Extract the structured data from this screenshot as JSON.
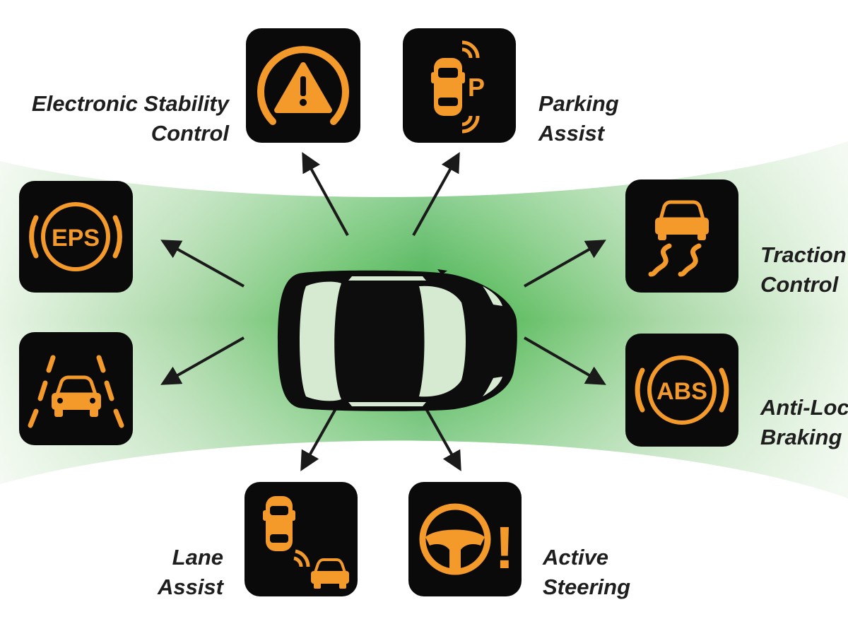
{
  "colors": {
    "icon_bg": "#0a0a0a",
    "icon_fg": "#f39a2b",
    "band_green": "#3fae49",
    "band_light": "#e9f5e6",
    "arrow": "#1a1a1a",
    "text": "#1e1e1e"
  },
  "features": [
    {
      "id": "esc",
      "icon": "warning-triangle-circle-icon",
      "label_lines": [
        "Electronic Stability",
        "Control"
      ]
    },
    {
      "id": "parking",
      "icon": "parking-sensor-car-icon",
      "label_lines": [
        "Parking",
        "Assist"
      ]
    },
    {
      "id": "eps",
      "icon": "eps-icon",
      "icon_text": "EPS"
    },
    {
      "id": "lane-departure",
      "icon": "lane-departure-car-icon"
    },
    {
      "id": "traction",
      "icon": "skidding-car-icon",
      "label_lines": [
        "Traction",
        "Control"
      ]
    },
    {
      "id": "abs",
      "icon": "abs-icon",
      "icon_text": "ABS",
      "label_lines": [
        "Anti-Lock",
        "Braking S"
      ]
    },
    {
      "id": "lane-assist",
      "icon": "blind-spot-cars-icon",
      "label_lines": [
        "Lane",
        "Assist"
      ]
    },
    {
      "id": "steering",
      "icon": "steering-wheel-warning-icon",
      "icon_text": "!",
      "label_lines": [
        "Active",
        "Steering"
      ]
    }
  ],
  "parking_glyph": "P",
  "center": {
    "icon": "car-top-view-icon"
  }
}
